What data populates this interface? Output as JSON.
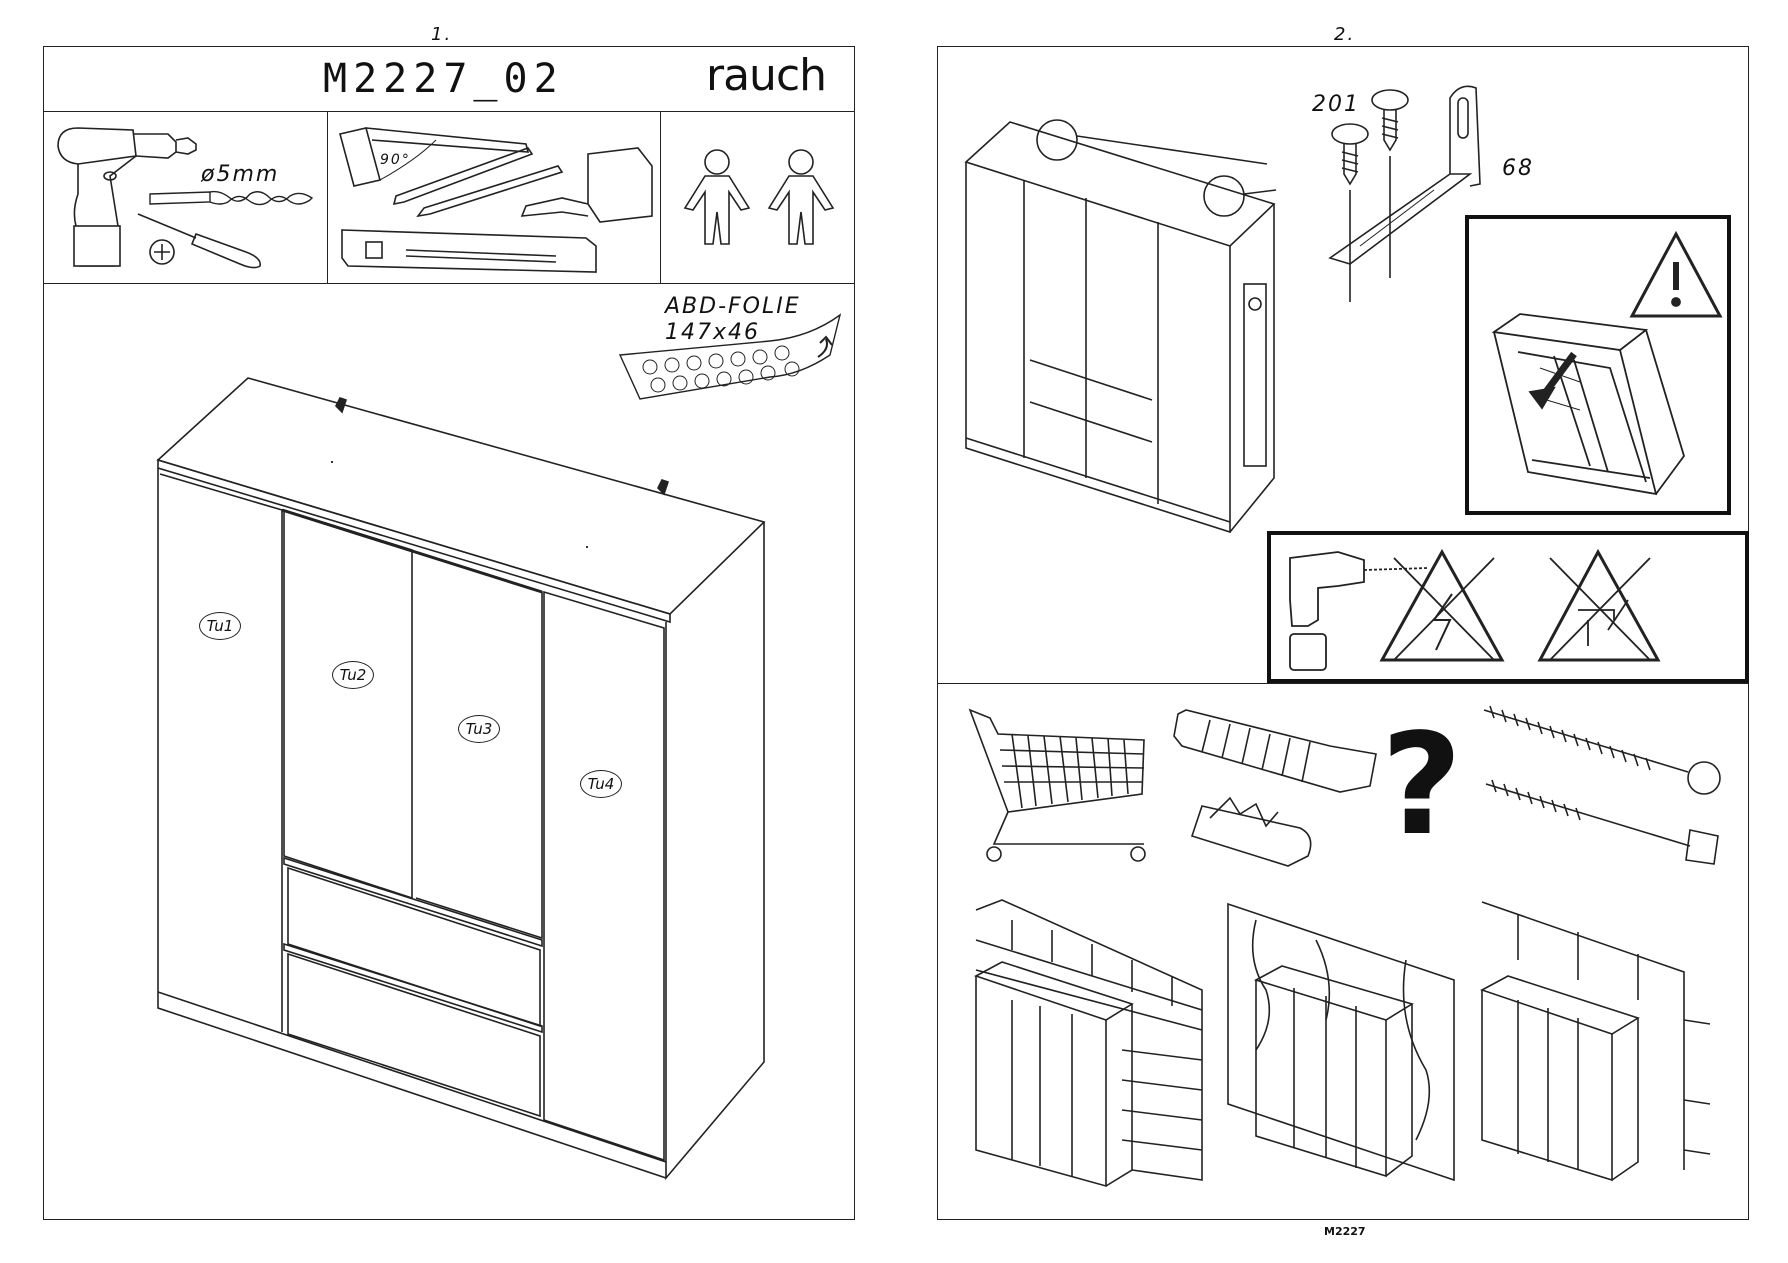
{
  "left_page": {
    "page_number": "1.",
    "model_code": "M2227_02",
    "brand": "rauch",
    "drill_size": "ø5mm",
    "angle": "90°",
    "foil_label": "ABD-FOLIE",
    "foil_size": "147x46",
    "door_labels": [
      "Tu1",
      "Tu2",
      "Tu3",
      "Tu4"
    ]
  },
  "right_page": {
    "page_number": "2.",
    "screw_label": "201",
    "bracket_label": "68",
    "question_mark": "?",
    "footer_code": "M2227"
  }
}
